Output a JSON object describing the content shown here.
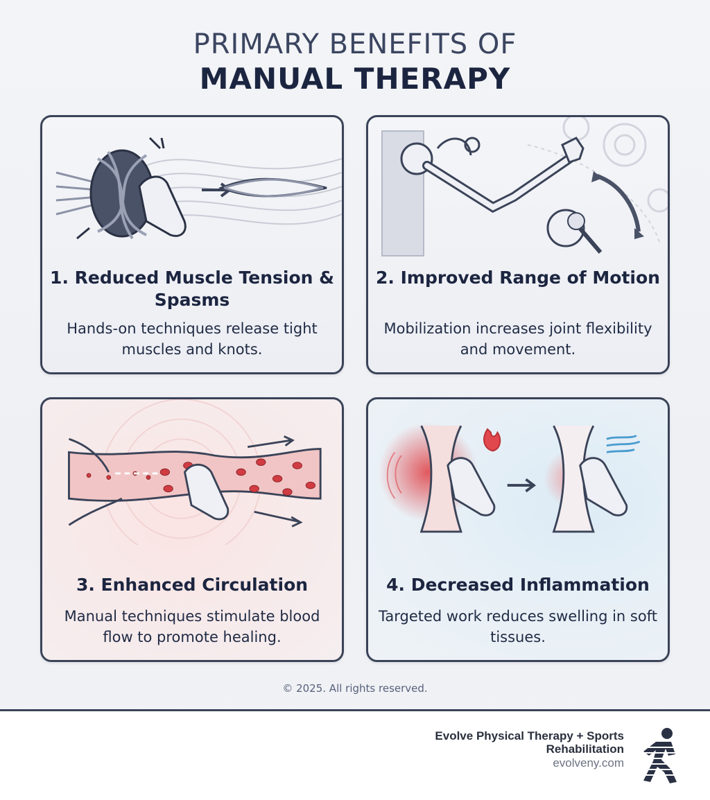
{
  "title": {
    "line1": "PRIMARY BENEFITS OF",
    "line2": "MANUAL THERAPY"
  },
  "cards": [
    {
      "heading": "1. Reduced Muscle Tension & Spasms",
      "body": "Hands-on techniques release tight muscles and knots.",
      "icon": "muscle-knot-release-icon"
    },
    {
      "heading": "2. Improved Range of Motion",
      "body": "Mobilization increases joint flexibility and movement.",
      "icon": "arm-joint-motion-icon"
    },
    {
      "heading": "3. Enhanced Circulation",
      "body": "Manual techniques stimulate blood flow to promote healing.",
      "icon": "blood-vessel-flow-icon"
    },
    {
      "heading": "4. Decreased Inflammation",
      "body": "Targeted work reduces swelling in soft tissues.",
      "icon": "inflammation-reduction-icon"
    }
  ],
  "copyright": "© 2025. All rights reserved.",
  "footer": {
    "brand_name_line1": "Evolve Physical Therapy + Sports",
    "brand_name_line2": "Rehabilitation",
    "url": "evolveny.com",
    "logo_icon": "running-figure-logo-icon"
  },
  "colors": {
    "navy": "#1c2540",
    "border": "#3a4358",
    "inflammation_red": "#e0484d",
    "cooling_blue": "#4a9ccf",
    "blood_vessel": "#f1c5c5"
  }
}
